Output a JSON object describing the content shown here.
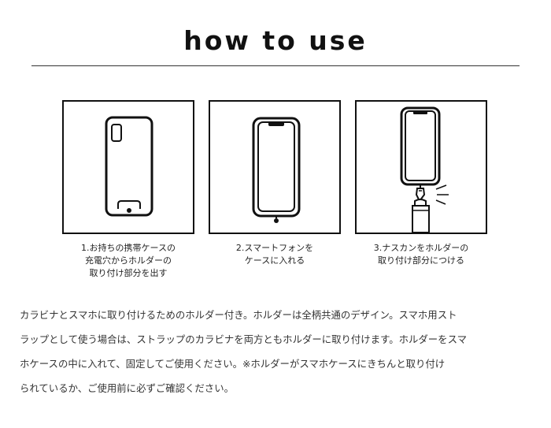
{
  "page": {
    "title": "how to use"
  },
  "steps": [
    {
      "caption_lines": [
        "1.お持ちの携帯ケースの",
        "充電穴からホルダーの",
        "取り付け部分を出す"
      ]
    },
    {
      "caption_lines": [
        "2.スマートフォンを",
        "ケースに入れる"
      ]
    },
    {
      "caption_lines": [
        "3.ナスカンをホルダーの",
        "取り付け部分につける"
      ]
    }
  ],
  "description": {
    "lines": [
      "カラビナとスマホに取り付けるためのホルダー付き。ホルダーは全柄共通のデザイン。スマホ用スト",
      "ラップとして使う場合は、ストラップのカラビナを両方ともホルダーに取り付けます。ホルダーをスマ",
      "ホケースの中に入れて、固定してご使用ください。※ホルダーがスマホケースにきちんと取り付け",
      "られているか、ご使用前に必ずご確認ください。"
    ]
  },
  "colors": {
    "ink": "#111111",
    "text": "#333333",
    "background": "#ffffff"
  },
  "icons": [
    "phone-case-back-icon",
    "phone-front-icon",
    "phone-with-strap-icon"
  ]
}
